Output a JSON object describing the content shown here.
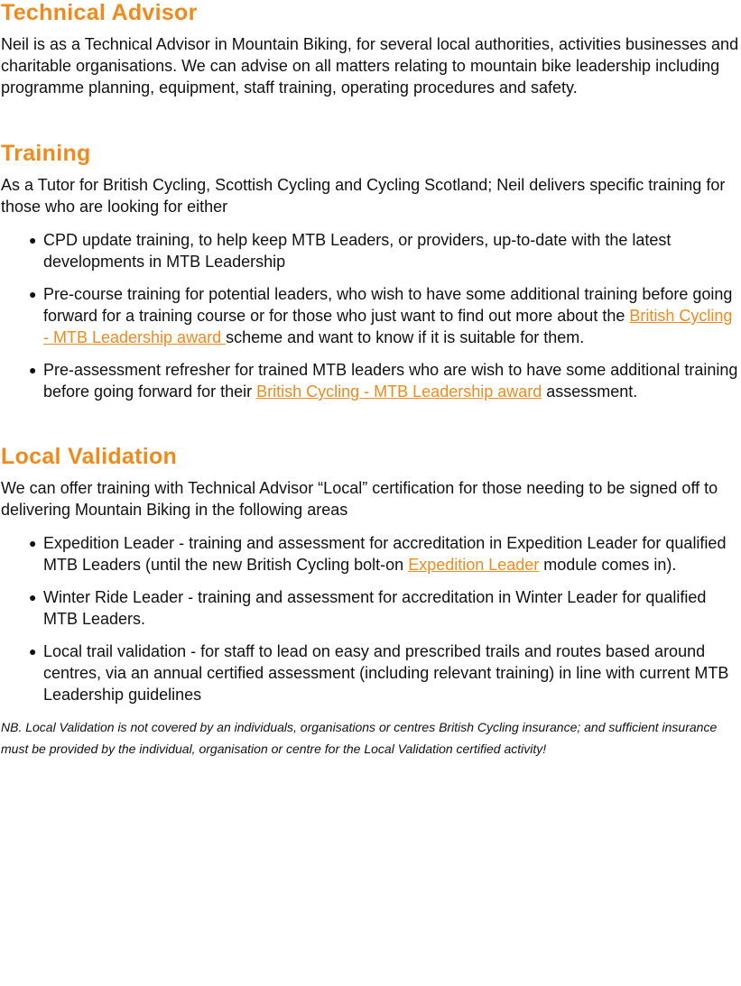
{
  "colors": {
    "heading": "#f08a1c",
    "link": "#f08a1c",
    "text": "#111111"
  },
  "advisor": {
    "heading": "Technical Advisor",
    "body": "Neil is as a Technical Advisor in Mountain Biking, for several local authorities, activities businesses and charitable organisations. We can advise on all matters relating to mountain bike leadership including programme planning, equipment, staff training, operating procedures and safety."
  },
  "training": {
    "heading": "Training",
    "intro": "As a Tutor for British Cycling, Scottish Cycling and Cycling Scotland; Neil delivers specific training for those who are looking for either",
    "items": [
      {
        "text": "CPD update training, to help keep MTB Leaders, or providers, up-to-date with the latest developments in MTB Leadership"
      },
      {
        "before": "Pre-course training for potential leaders, who wish to have some additional training before going forward for a training course or for those who just want to find out more about the ",
        "link": "British Cycling - MTB Leadership award ",
        "after": "scheme and want to know if it is suitable for them."
      },
      {
        "before": "Pre-assessment refresher for trained MTB leaders who are wish to have some additional training before going forward for their ",
        "link": "British Cycling - MTB Leadership award",
        "after": " assessment."
      }
    ]
  },
  "local": {
    "heading": "Local Validation",
    "intro": "We can offer training with Technical Advisor “Local” certification for those needing to be signed off to delivering Mountain Biking in the following areas",
    "items": [
      {
        "before": "Expedition Leader - training and assessment for accreditation in Expedition Leader for qualified MTB Leaders (until the new British Cycling bolt-on ",
        "link": "Expedition Leader",
        "after": " module comes in)."
      },
      {
        "text": "Winter Ride Leader - training and assessment for accreditation in Winter Leader for qualified MTB Leaders."
      },
      {
        "text": "Local trail validation - for staff to lead on easy and prescribed trails and routes based around centres, via an annual certified assessment (including relevant training) in line with current MTB Leadership guidelines"
      }
    ],
    "note": "NB. Local Validation is not covered by an individuals, organisations or centres British Cycling insurance; and sufficient insurance must be provided by the individual, organisation or centre for the Local Validation certified activity!"
  }
}
